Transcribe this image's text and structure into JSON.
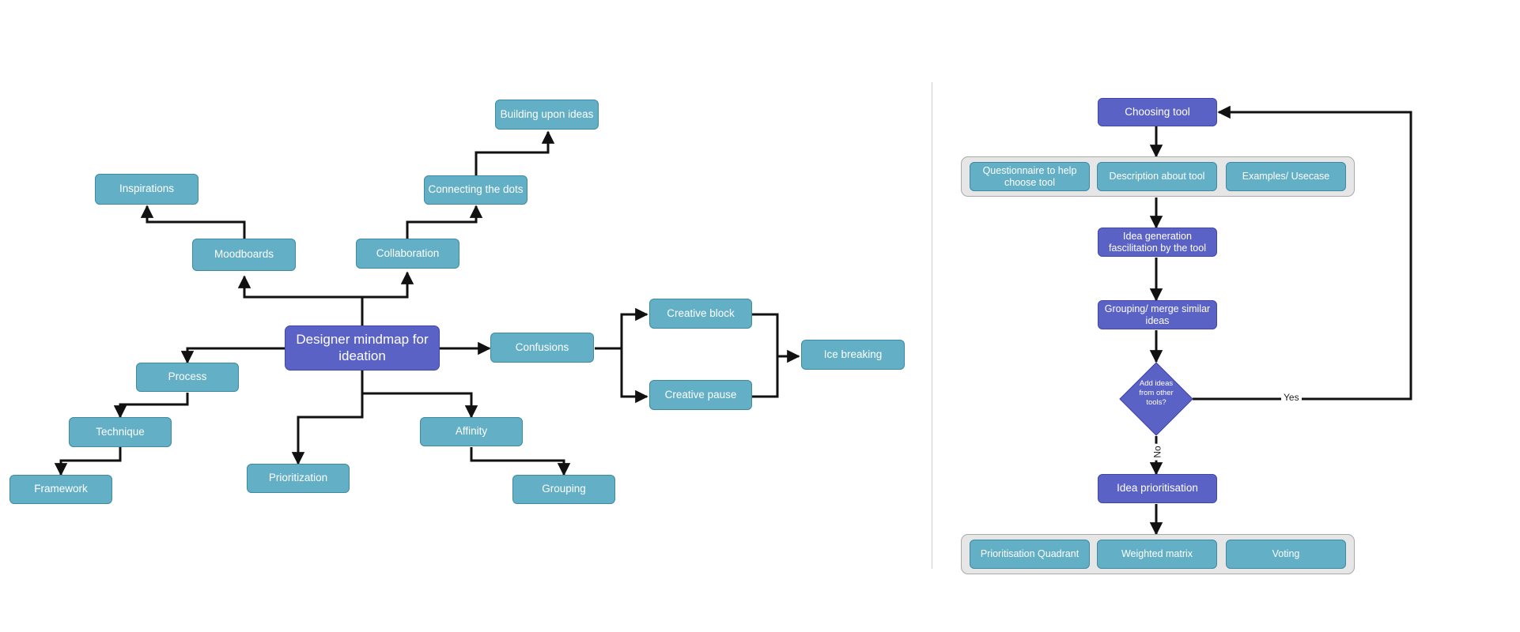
{
  "colors": {
    "node_teal": "#63afc6",
    "node_purple": "#5b62c6",
    "group_bg": "#e6e6e6",
    "connector": "#111111"
  },
  "mindmap": {
    "central": "Designer mindmap for ideation",
    "inspirations": "Inspirations",
    "moodboards": "Moodboards",
    "collaboration": "Collaboration",
    "connecting_dots": "Connecting the dots",
    "building_ideas": "Building upon ideas",
    "confusions": "Confusions",
    "creative_block": "Creative block",
    "creative_pause": "Creative pause",
    "ice_breaking": "Ice breaking",
    "process": "Process",
    "technique": "Technique",
    "framework": "Framework",
    "prioritization": "Prioritization",
    "affinity": "Affinity",
    "grouping": "Grouping"
  },
  "flowchart": {
    "choosing_tool": "Choosing tool",
    "questionnaire": "Questionnaire to help choose tool",
    "description": "Description about tool",
    "examples": "Examples/ Usecase",
    "idea_generation": "Idea generation fascilitation by the tool",
    "grouping_merge": "Grouping/ merge similar ideas",
    "decision": "Add ideas from other tools?",
    "yes_label": "Yes",
    "no_label": "No",
    "idea_prioritisation": "Idea prioritisation",
    "prioritisation_quadrant": "Prioritisation Quadrant",
    "weighted_matrix": "Weighted matrix",
    "voting": "Voting"
  }
}
